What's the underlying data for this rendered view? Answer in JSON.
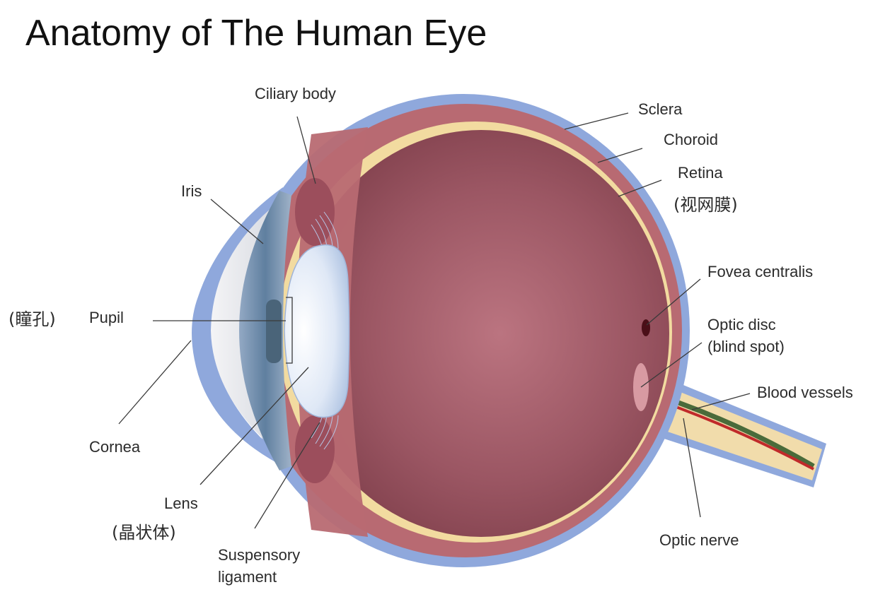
{
  "title": "Anatomy of The Human Eye",
  "labels": {
    "ciliary_body": "Ciliary body",
    "sclera": "Sclera",
    "choroid": "Choroid",
    "retina": "Retina",
    "retina_cn": "(视网膜)",
    "iris": "Iris",
    "fovea": "Fovea centralis",
    "pupil_cn": "(瞳孔)",
    "pupil": "Pupil",
    "optic_disc_1": "Optic disc",
    "optic_disc_2": "(blind spot)",
    "blood_vessels": "Blood vessels",
    "cornea": "Cornea",
    "lens": "Lens",
    "lens_cn": "(晶状体)",
    "suspensory_1": "Suspensory",
    "suspensory_2": "ligament",
    "optic_nerve": "Optic nerve"
  },
  "colors": {
    "sclera": "#8fa8dc",
    "choroid": "#b86a72",
    "retina": "#f2dba0",
    "vitreous": "#8b4a55",
    "vitreous_center": "#b86f7c",
    "lens": "#dbe6f6",
    "iris": "#6f8fae",
    "optic_nerve": "#f1dcab",
    "vessel_red": "#c02a2a",
    "vessel_green": "#4a6b3a"
  }
}
